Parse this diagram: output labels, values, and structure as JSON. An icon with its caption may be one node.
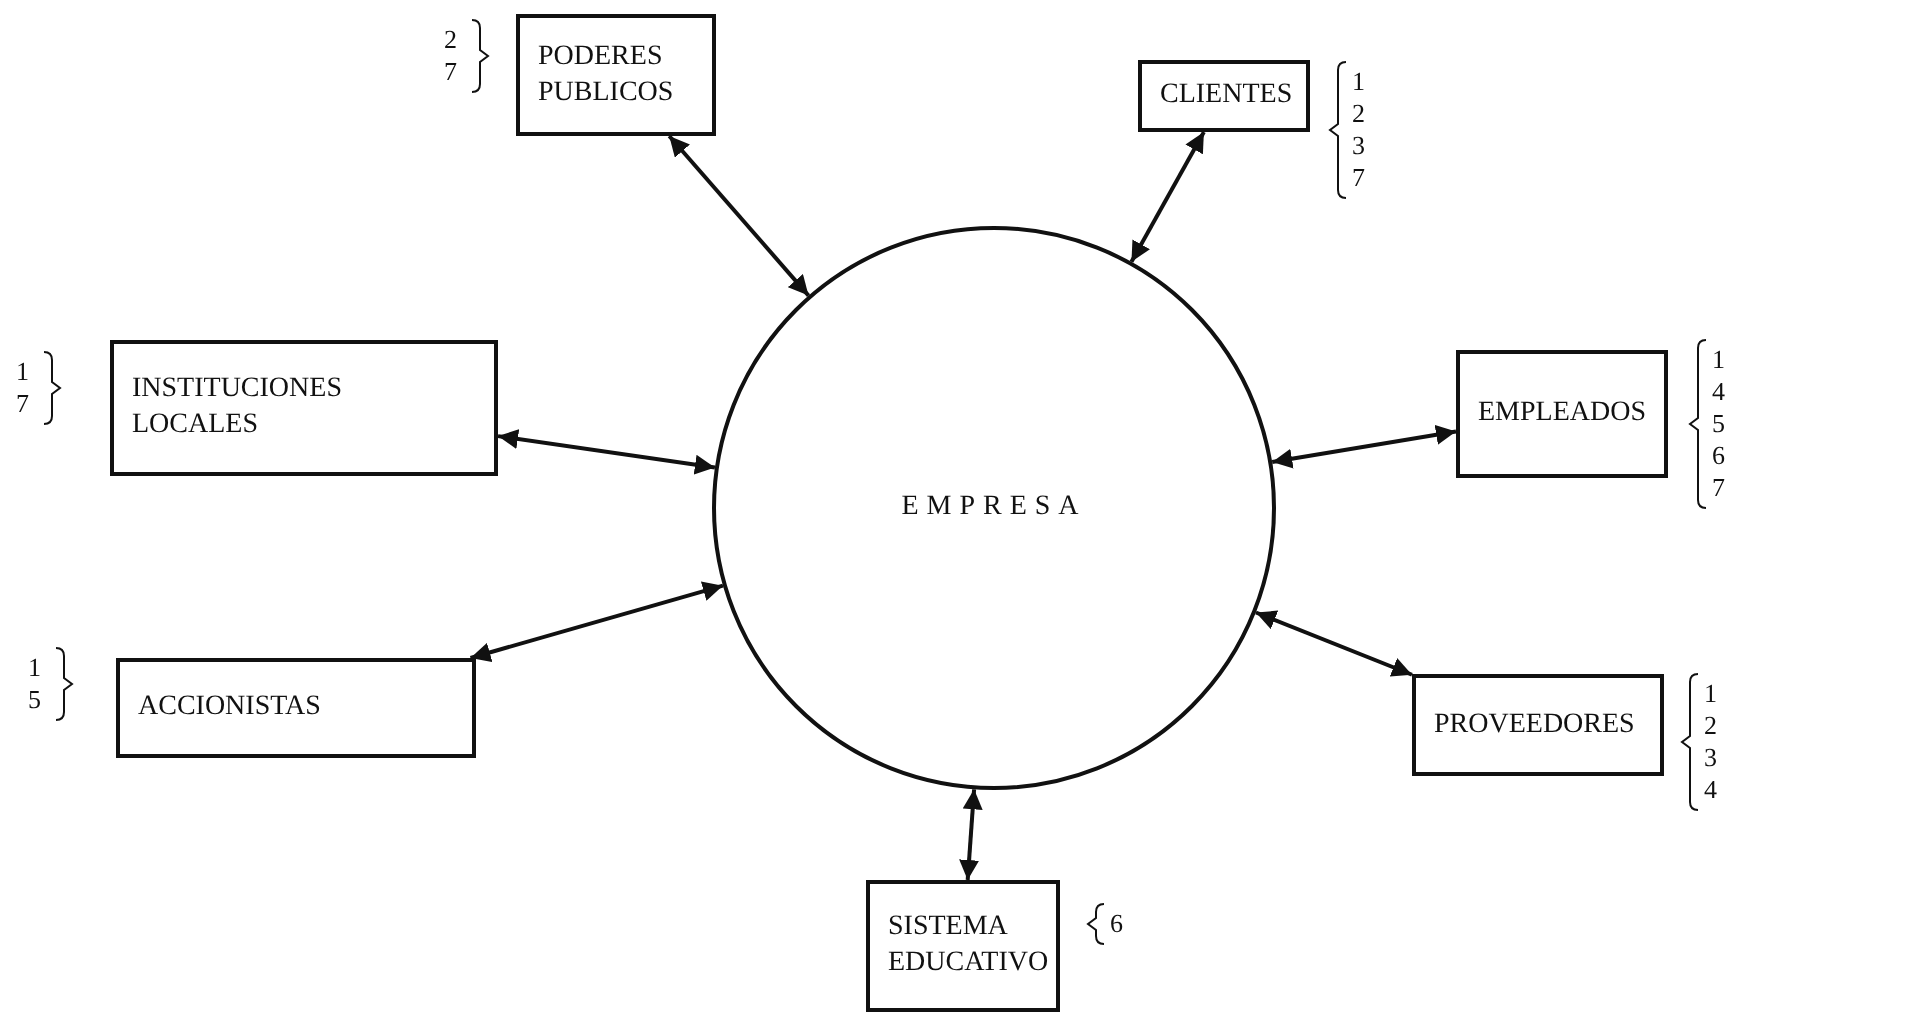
{
  "diagram": {
    "nodes": [
      {
        "text": [
          "PODERES PUBLICOS"
        ],
        "beside": [
          "2",
          "7"
        ]
      },
      {
        "text": [
          "CLIENTES"
        ],
        "beside": [
          "1",
          "2",
          "3",
          "7"
        ]
      },
      {
        "text": [
          "INSTITUCIONES LOCALES"
        ],
        "beside": [
          "1",
          "7"
        ]
      },
      {
        "text": [
          "EMPRESA"
        ]
      },
      {
        "text": [
          "EMPLEADOS"
        ],
        "beside": [
          "1",
          "4",
          "5",
          "6",
          "7"
        ]
      },
      {
        "text": [
          "ACCIONISTAS"
        ],
        "beside": [
          "1",
          "5"
        ]
      },
      {
        "text": [
          "PROVEEDORES"
        ],
        "beside": [
          "1",
          "2",
          "3",
          "4"
        ]
      },
      {
        "text": [
          "SISTEMA EDUCATIVO"
        ],
        "beside": [
          "6"
        ]
      }
    ],
    "edges": [
      {
        "from": 3,
        "to": 0,
        "arrow": "both"
      },
      {
        "from": 3,
        "to": 1,
        "arrow": "both"
      },
      {
        "from": 3,
        "to": 2,
        "arrow": "both"
      },
      {
        "from": 3,
        "to": 4,
        "arrow": "both"
      },
      {
        "from": 3,
        "to": 5,
        "arrow": "both"
      },
      {
        "from": 3,
        "to": 6,
        "arrow": "both"
      },
      {
        "from": 3,
        "to": 7,
        "arrow": "both"
      }
    ]
  }
}
